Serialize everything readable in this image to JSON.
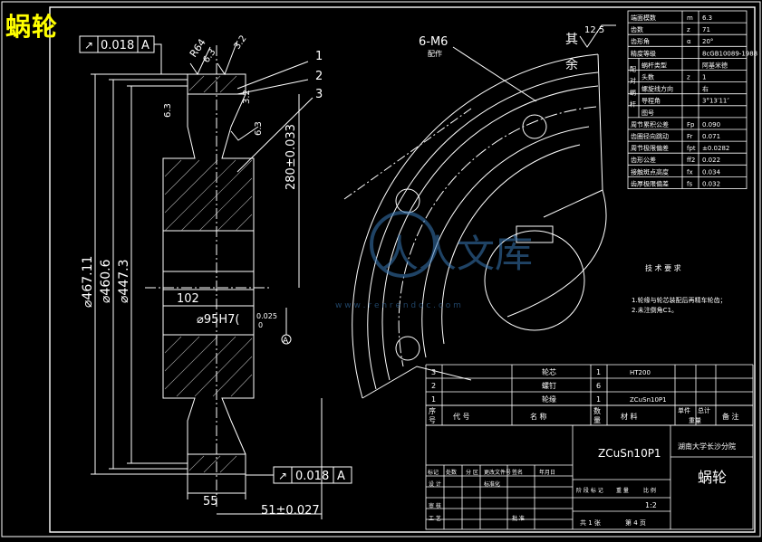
{
  "drawing": {
    "title": "蜗轮",
    "dimensions": {
      "d1": "⌀467.11",
      "d2": "⌀460.6",
      "d3": "⌀447.3",
      "hub_len": "102",
      "bore": "⌀95H7(",
      "bore_tol": "0.025",
      "bore_tol2": "0",
      "center": "280±0.033",
      "rim_width": "55",
      "offset": "51±0.027",
      "r1": "R64",
      "c1": "6.3",
      "c2": "6.3",
      "c3": "3.2",
      "c4": "6.3",
      "c5": "3.2"
    },
    "tolerance_frames": [
      {
        "symbol": "↗",
        "value": "0.018",
        "datum": "A"
      },
      {
        "symbol": "↗",
        "value": "0.018",
        "datum": "A"
      }
    ],
    "callouts": [
      "1",
      "2",
      "3"
    ],
    "holes_label": "6-M6",
    "holes_note": "配作",
    "roughness_rest": "其余",
    "roughness_val": "12.5",
    "datum_mark": "A"
  },
  "params": {
    "rows": [
      {
        "name": "端面模数",
        "sym": "m",
        "val": "6.3"
      },
      {
        "name": "齿数",
        "sym": "z",
        "val": "71"
      },
      {
        "name": "齿形角",
        "sym": "α",
        "val": "20°"
      },
      {
        "name": "精度等级",
        "sym": "",
        "val": "8cGB10089-1988"
      },
      {
        "name": "蜗杆类型",
        "sym": "",
        "val": "阿基米德"
      },
      {
        "name": "头数",
        "sym": "z",
        "val": "1"
      },
      {
        "name": "螺旋线方向",
        "sym": "",
        "val": "右"
      },
      {
        "name": "导程角",
        "sym": "",
        "val": "3°13′11″"
      },
      {
        "name": "图号",
        "sym": "",
        "val": ""
      },
      {
        "name": "周节累积公差",
        "sym": "Fp",
        "val": "0.090"
      },
      {
        "name": "齿圈径向跳动",
        "sym": "Fr",
        "val": "0.071"
      },
      {
        "name": "周节极限偏差",
        "sym": "fpt",
        "val": "±0.0282"
      },
      {
        "name": "齿形公差",
        "sym": "ff2",
        "val": "0.022"
      },
      {
        "name": "接触斑点高度",
        "sym": "fx",
        "val": "0.034"
      },
      {
        "name": "齿厚极限偏差",
        "sym": "fs",
        "val": "0.032"
      }
    ],
    "side_label": "配对蜗杆"
  },
  "tech": {
    "heading": "技 术 要 求",
    "lines": [
      "1.轮缘与轮芯装配后再精车轮齿；",
      "2.未注倒角C1。"
    ]
  },
  "bom": {
    "rows": [
      {
        "no": "3",
        "name": "轮芯",
        "qty": "1",
        "mat": "HT200"
      },
      {
        "no": "2",
        "name": "螺钉",
        "qty": "6",
        "mat": ""
      },
      {
        "no": "1",
        "name": "轮缘",
        "qty": "1",
        "mat": "ZCuSn10P1"
      }
    ],
    "header": {
      "no": "序号",
      "code": "代    号",
      "name": "名    称",
      "qty": "数量",
      "mat": "材    料",
      "single": "单件",
      "total": "总计",
      "weight": "重量",
      "note": "备 注"
    }
  },
  "titleblock": {
    "material": "ZCuSn10P1",
    "school": "湖南大学长沙分院",
    "drawing_name": "蜗轮",
    "scale": "1:2",
    "sheets": "共 1 张",
    "sheet_no": "第 4 页",
    "labels": [
      "标记",
      "处数",
      "分 区",
      "更改文件号",
      "签名",
      "年月日",
      "设 计",
      "标准化",
      "审 核",
      "工 艺",
      "批 准",
      "阶 段 标 记",
      "重 量",
      "比 例"
    ]
  },
  "watermark": {
    "text": "人人文库",
    "url": "w w w . r e n r e n d o c . c o m"
  },
  "colors": {
    "line": "#ffffff",
    "accent": "#ffff00",
    "bg": "#000000"
  }
}
